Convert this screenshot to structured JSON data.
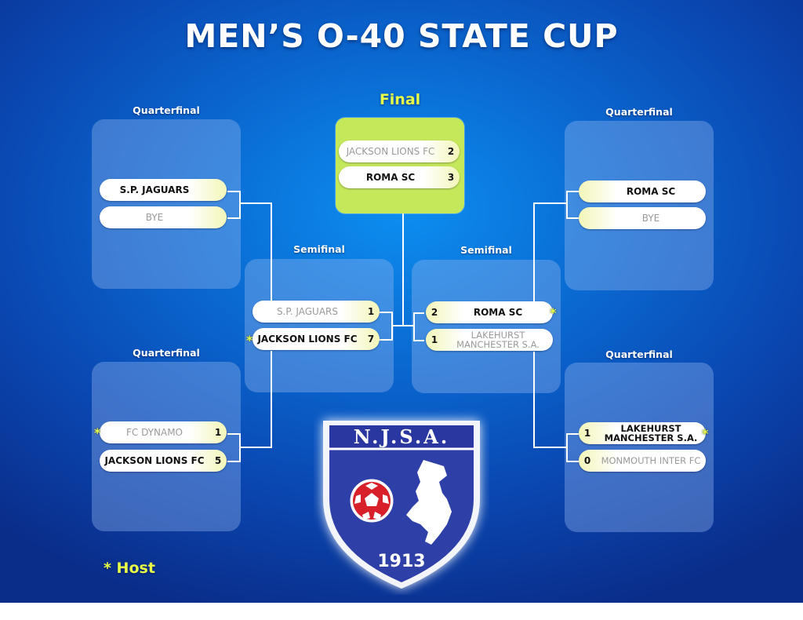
{
  "title": "MEN’S O-40 STATE CUP",
  "labels": {
    "quarterfinal": "Quarterfinal",
    "semifinal": "Semifinal",
    "final": "Final"
  },
  "quarterfinals": {
    "top_left": {
      "teams": [
        {
          "name": "S.P. JAGUARS",
          "score": ""
        },
        {
          "name": "BYE",
          "score": ""
        }
      ]
    },
    "bottom_left": {
      "teams": [
        {
          "name": "FC DYNAMO",
          "score": "1"
        },
        {
          "name": "JACKSON LIONS FC",
          "score": "5"
        }
      ]
    },
    "top_right": {
      "teams": [
        {
          "name": "ROMA SC",
          "score": ""
        },
        {
          "name": "BYE",
          "score": ""
        }
      ]
    },
    "bottom_right": {
      "teams": [
        {
          "name": "LAKEHURST MANCHESTER S.A.",
          "score": "1"
        },
        {
          "name": "MONMOUTH INTER FC",
          "score": "0"
        }
      ]
    }
  },
  "semifinals": {
    "left": {
      "teams": [
        {
          "name": "S.P. JAGUARS",
          "score": "1"
        },
        {
          "name": "JACKSON LIONS FC",
          "score": "7"
        }
      ]
    },
    "right": {
      "teams": [
        {
          "name": "ROMA SC",
          "score": "2"
        },
        {
          "name": "LAKEHURST MANCHESTER S.A.",
          "score": "1"
        }
      ]
    }
  },
  "final": {
    "teams": [
      {
        "name": "JACKSON LIONS FC",
        "score": "2"
      },
      {
        "name": "ROMA SC",
        "score": "3"
      }
    ]
  },
  "host_mark": "*",
  "legend": "* Host",
  "crest": {
    "letters": "N.J.S.A.",
    "year": "1913"
  },
  "colors": {
    "accent": "#e8ff4a",
    "final_panel": "#c4e85a",
    "background": "#0a6fd6"
  }
}
